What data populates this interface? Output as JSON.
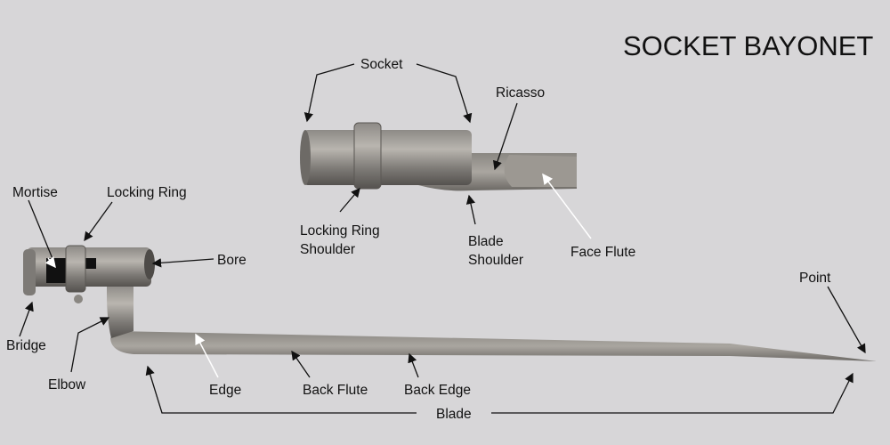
{
  "title": "SOCKET BAYONET",
  "labels": {
    "socket": "Socket",
    "ricasso": "Ricasso",
    "locking_ring_shoulder_1": "Locking Ring",
    "locking_ring_shoulder_2": "Shoulder",
    "blade_shoulder_1": "Blade",
    "blade_shoulder_2": "Shoulder",
    "face_flute": "Face Flute",
    "mortise": "Mortise",
    "locking_ring": "Locking Ring",
    "bore": "Bore",
    "bridge": "Bridge",
    "elbow": "Elbow",
    "edge": "Edge",
    "back_flute": "Back Flute",
    "back_edge": "Back Edge",
    "blade": "Blade",
    "point": "Point"
  }
}
